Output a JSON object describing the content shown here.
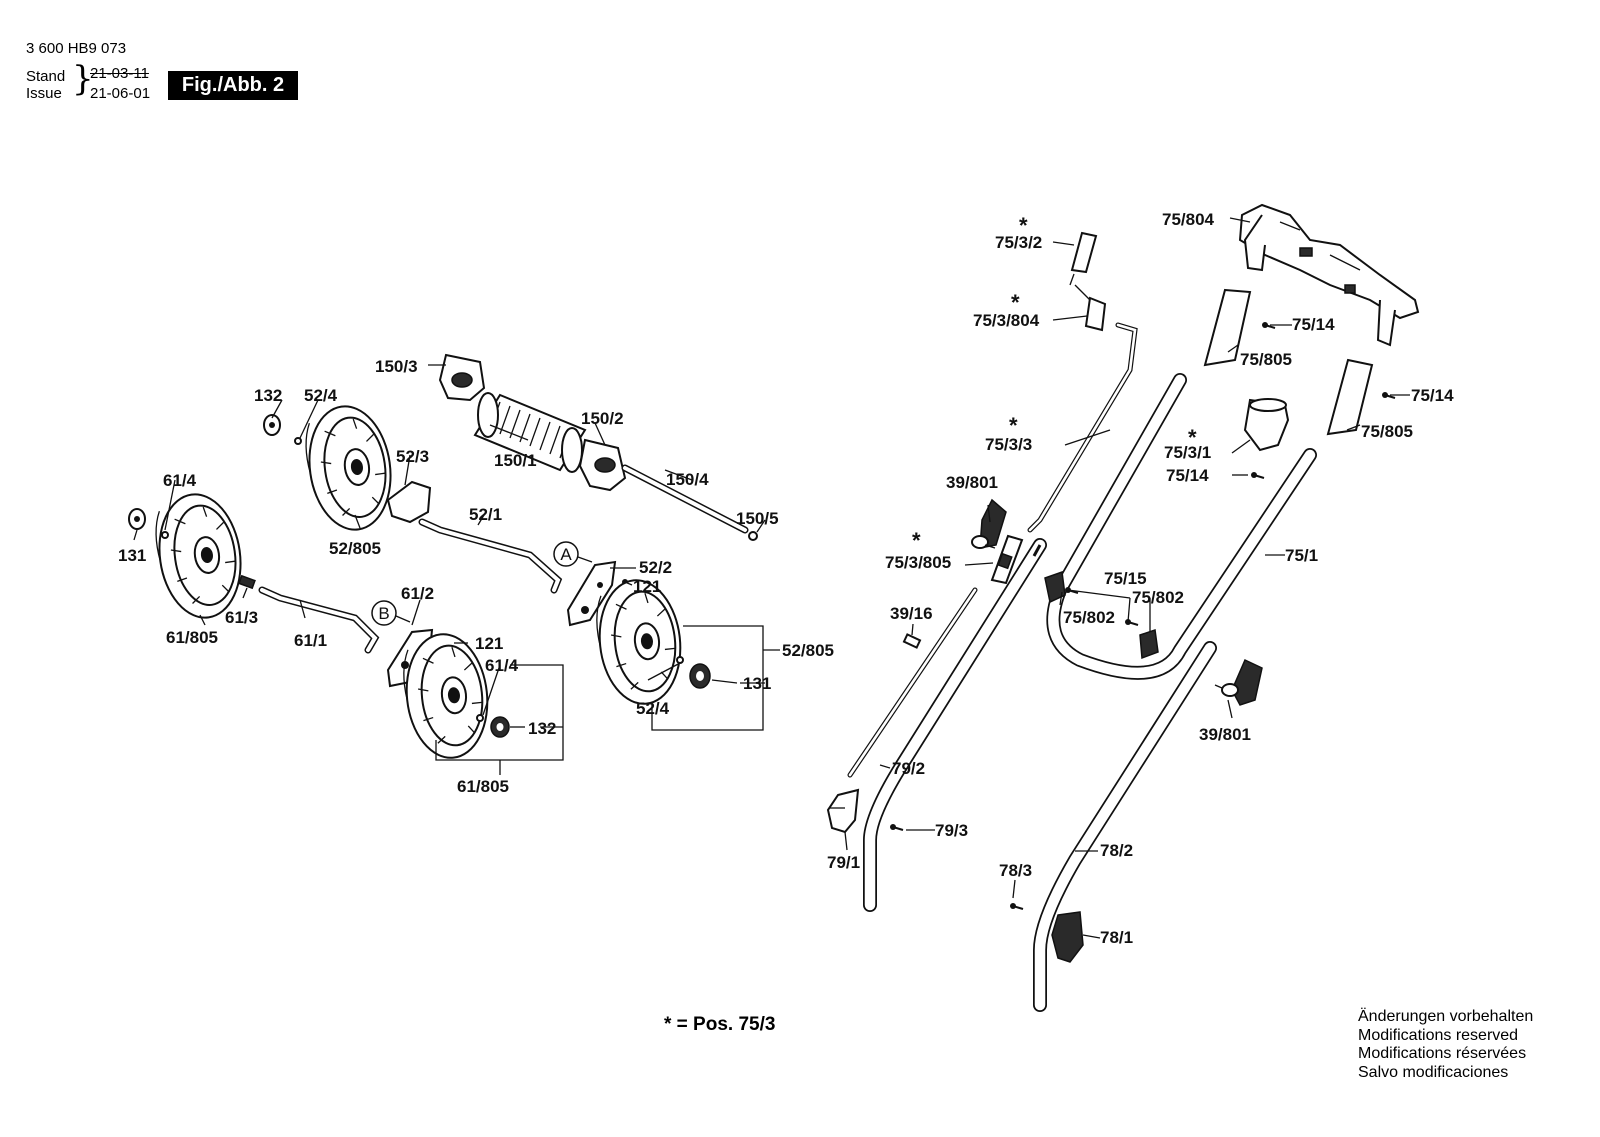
{
  "header": {
    "doc_number": "3 600 HB9 073",
    "stand_label": "Stand",
    "issue_label": "Issue",
    "stand_date": "21-03-11",
    "issue_date": "21-06-01",
    "figure_label": "Fig./Abb. 2"
  },
  "labels": {
    "l_150_3": "150/3",
    "l_132_a": "132",
    "l_52_4_a": "52/4",
    "l_150_2": "150/2",
    "l_52_3": "52/3",
    "l_150_1": "150/1",
    "l_150_4": "150/4",
    "l_61_4_a": "61/4",
    "l_150_5": "150/5",
    "l_52_1": "52/1",
    "l_131_a": "131",
    "l_52_805_a": "52/805",
    "l_52_2": "52/2",
    "l_121_a": "121",
    "l_61_3": "61/3",
    "l_61_2": "61/2",
    "l_61_805_a": "61/805",
    "l_61_1": "61/1",
    "l_121_b": "121",
    "l_52_805_b": "52/805",
    "l_61_4_b": "61/4",
    "l_131_b": "131",
    "l_52_4_b": "52/4",
    "l_132_b": "132",
    "l_61_805_b": "61/805",
    "l_75_804": "75/804",
    "l_75_3_2": "75/3/2",
    "l_75_14_a": "75/14",
    "l_75_3_804": "75/3/804",
    "l_75_805_a": "75/805",
    "l_75_14_b": "75/14",
    "l_75_805_b": "75/805",
    "l_75_3_3": "75/3/3",
    "l_75_3_1": "75/3/1",
    "l_75_14_c": "75/14",
    "l_39_801_a": "39/801",
    "l_75_1": "75/1",
    "l_75_3_805": "75/3/805",
    "l_75_15": "75/15",
    "l_75_802_a": "75/802",
    "l_39_16": "39/16",
    "l_75_802_b": "75/802",
    "l_39_801_b": "39/801",
    "l_79_2": "79/2",
    "l_79_3": "79/3",
    "l_79_1": "79/1",
    "l_78_2": "78/2",
    "l_78_3": "78/3",
    "l_78_1": "78/1",
    "callout_a": "A",
    "callout_b": "B",
    "star": "*"
  },
  "legend": {
    "star_note": "* = Pos. 75/3"
  },
  "disclaimer": [
    "Änderungen vorbehalten",
    "Modifications reserved",
    "Modifications réservées",
    "Salvo modificaciones"
  ]
}
